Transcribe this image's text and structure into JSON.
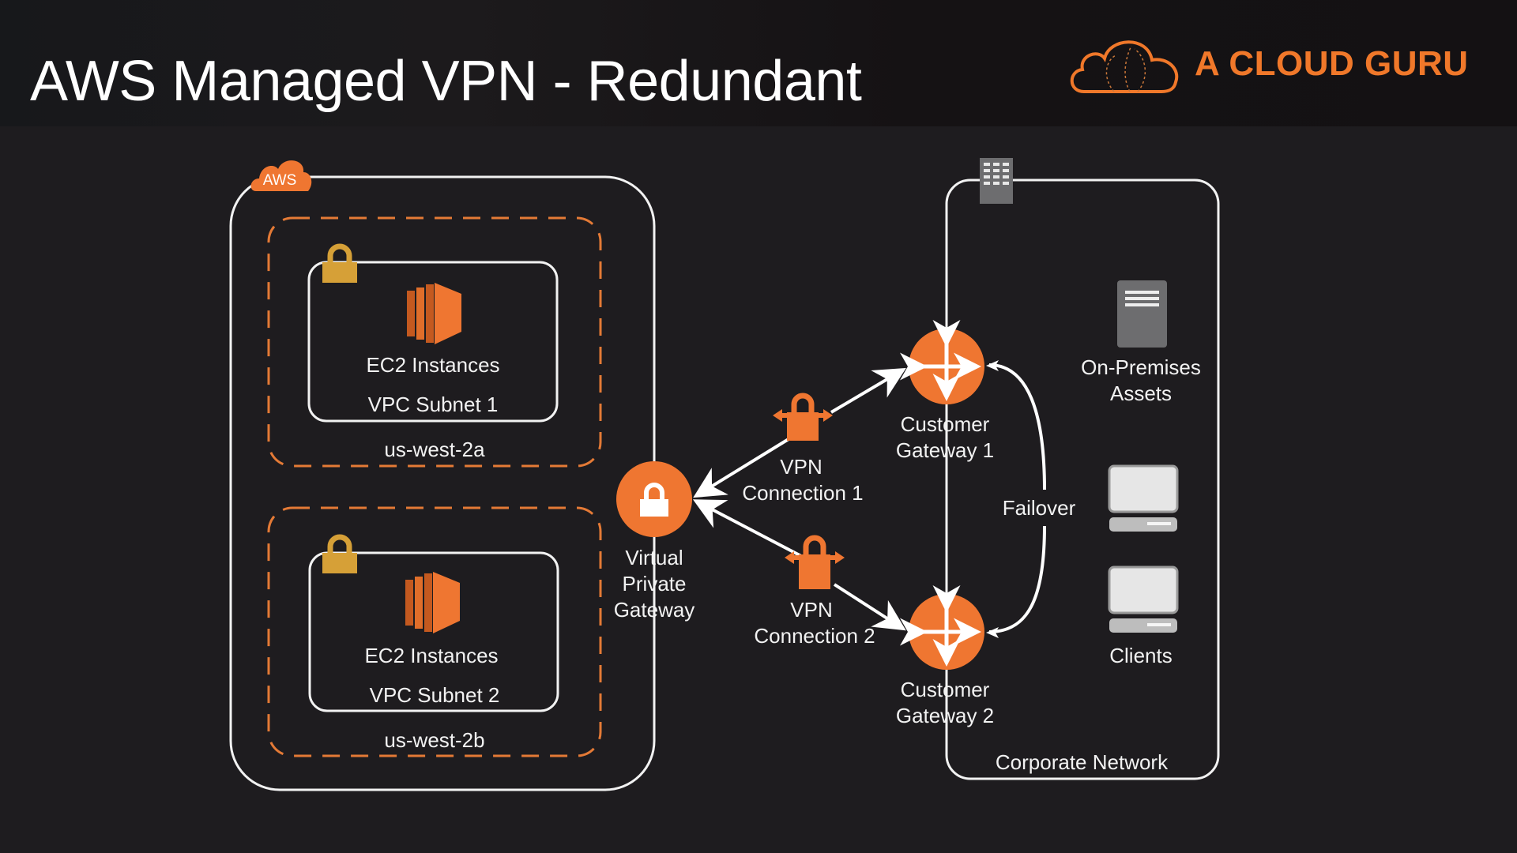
{
  "header": {
    "title": "AWS Managed VPN - Redundant",
    "brand": "A CLOUD GURU",
    "brand_color": "#f0782a"
  },
  "aws_cloud": {
    "badge": "AWS",
    "availability_zones": [
      {
        "name": "us-west-2a",
        "subnet": "VPC Subnet 1",
        "resource": "EC2 Instances"
      },
      {
        "name": "us-west-2b",
        "subnet": "VPC Subnet 2",
        "resource": "EC2 Instances"
      }
    ],
    "vgw": {
      "line1": "Virtual",
      "line2": "Private",
      "line3": "Gateway"
    }
  },
  "vpn_connections": [
    {
      "line1": "VPN",
      "line2": "Connection 1"
    },
    {
      "line1": "VPN",
      "line2": "Connection 2"
    }
  ],
  "corporate_network": {
    "label": "Corporate Network",
    "customer_gateways": [
      {
        "line1": "Customer",
        "line2": "Gateway 1"
      },
      {
        "line1": "Customer",
        "line2": "Gateway 2"
      }
    ],
    "failover_label": "Failover",
    "assets": {
      "line1": "On-Premises",
      "line2": "Assets"
    },
    "clients": "Clients"
  },
  "colors": {
    "orange": "#ef7631",
    "lock_gold": "#d6a037",
    "line_white": "#ffffff",
    "dash_orange": "#e47a36",
    "server_gray": "#6d6d6f"
  }
}
